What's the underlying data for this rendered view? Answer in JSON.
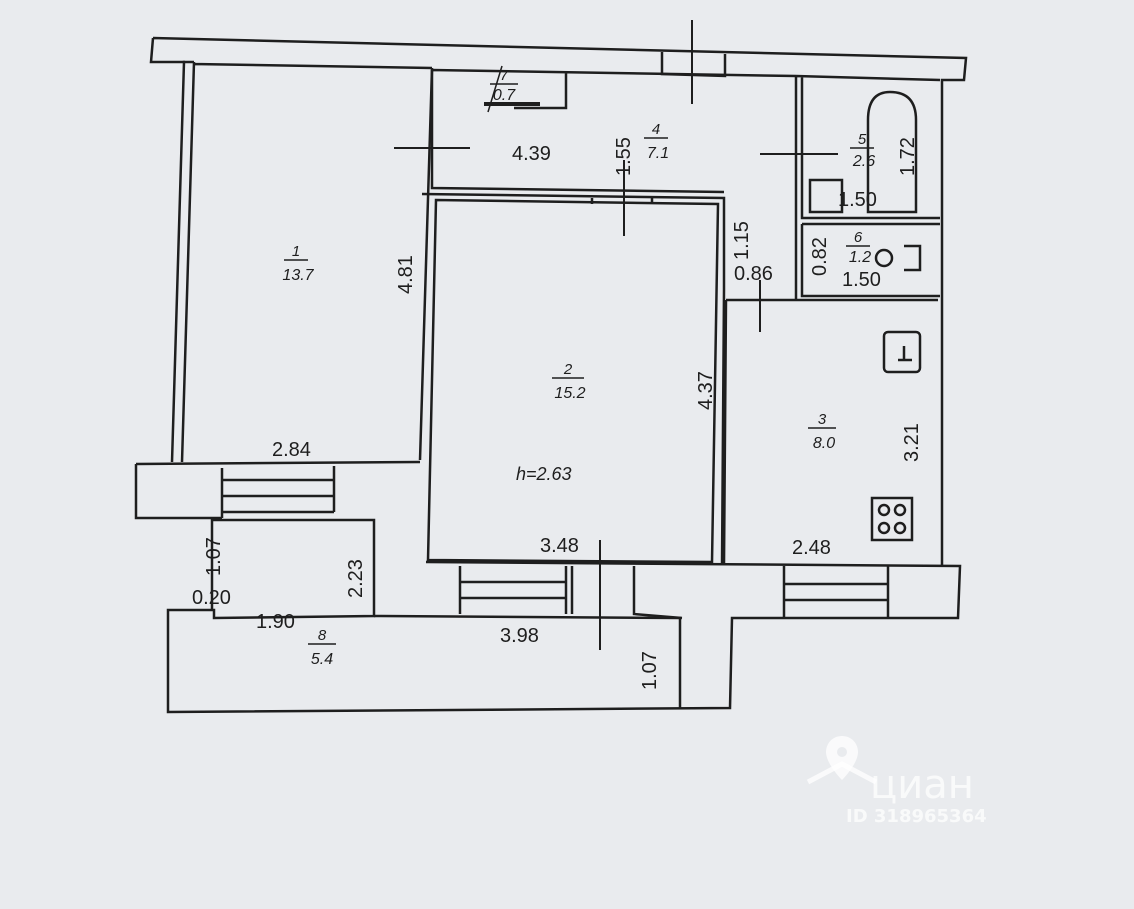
{
  "rooms": [
    {
      "number": "1",
      "area": "13.7"
    },
    {
      "number": "2",
      "area": "15.2"
    },
    {
      "number": "3",
      "area": "8.0"
    },
    {
      "number": "4",
      "area": "7.1"
    },
    {
      "number": "5",
      "area": "2.6"
    },
    {
      "number": "6",
      "area": "1.2"
    },
    {
      "number": "7",
      "area": "0.7"
    },
    {
      "number": "8",
      "area": "5.4"
    }
  ],
  "dimensions": [
    "4.39",
    "1.55",
    "1.72",
    "1.50",
    "1.15",
    "0.82",
    "0.86",
    "1.50",
    "4.81",
    "4.37",
    "3.21",
    "2.84",
    "3.48",
    "2.48",
    "1.07",
    "0.20",
    "1.90",
    "2.23",
    "3.98",
    "1.07"
  ],
  "ceiling_height": "h=2.63",
  "watermark": {
    "brand": "циан",
    "id": "ID 318965364"
  },
  "colors": {
    "paper": "#e9ebee",
    "line": "#1e1e1e"
  }
}
